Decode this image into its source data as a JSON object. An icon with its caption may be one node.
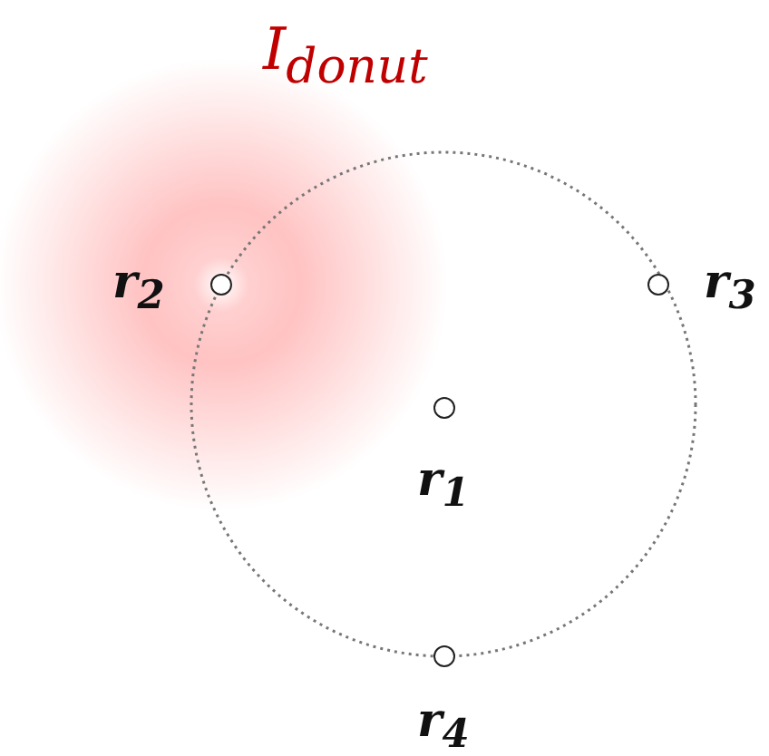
{
  "diagram": {
    "title": "I$_{donut}$",
    "nodes": [
      {
        "text": [],
        "shape": "circle",
        "beside": [
          "r$_{2}$"
        ]
      },
      {
        "text": [],
        "shape": "circle",
        "beside": [
          "r$_{3}$"
        ]
      },
      {
        "text": [],
        "shape": "circle",
        "beside": [
          "r$_{1}$"
        ]
      },
      {
        "text": [],
        "shape": "circle",
        "beside": [
          "r$_{4}$"
        ]
      }
    ],
    "edges": []
  }
}
